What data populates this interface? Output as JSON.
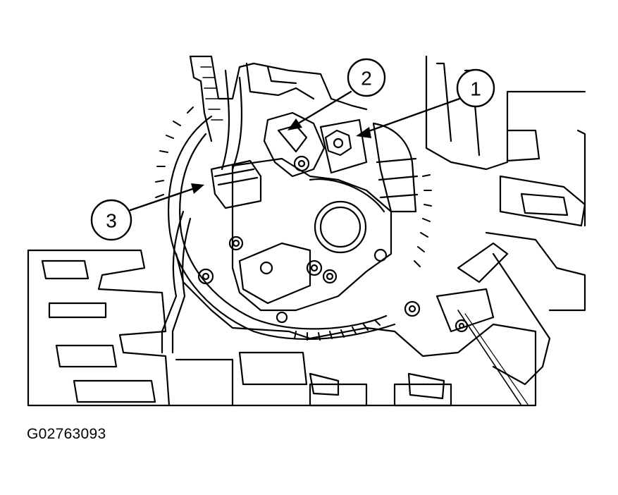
{
  "figure": {
    "id_label": "G02763093",
    "callouts": [
      {
        "number": "1"
      },
      {
        "number": "2"
      },
      {
        "number": "3"
      }
    ]
  },
  "colors": {
    "ink": "#000000",
    "paper": "#ffffff"
  }
}
